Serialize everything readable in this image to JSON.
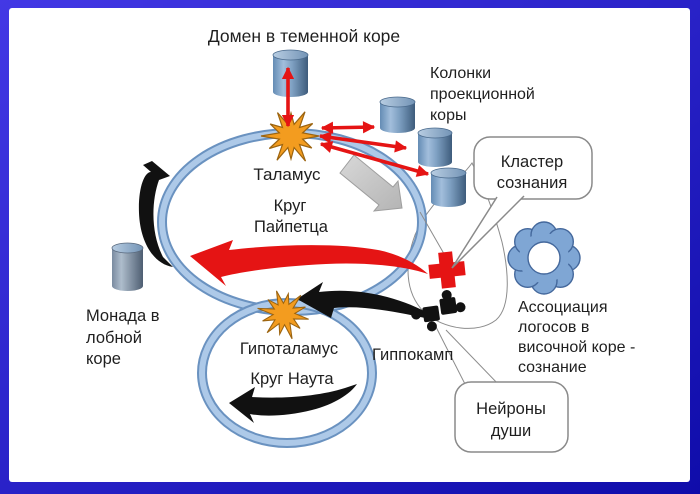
{
  "diagram": {
    "labels": {
      "domain": "Домен в теменной коре",
      "columns": [
        "Колонки",
        "проекционной",
        "коры"
      ],
      "thalamus": "Таламус",
      "papez": [
        "Круг",
        "Пайпетца"
      ],
      "monad": [
        "Монада в",
        "лобной",
        "коре"
      ],
      "hypothalamus": "Гипоталамус",
      "nauta": "Круг Наута",
      "hippocampus": "Гиппокамп",
      "cluster": [
        "Кластер",
        "сознания"
      ],
      "association": [
        "Ассоциация",
        "логосов в",
        "височной коре -",
        "сознание"
      ],
      "soul_neurons": [
        "Нейроны",
        "души"
      ]
    },
    "colors": {
      "frame_blue": "#2a22cf",
      "circle_tube_outer": "#6a92c0",
      "circle_tube_inner": "#adc9e8",
      "arrow_red": "#e51414",
      "star_orange": "#f39c1f",
      "arrow_black": "#111111",
      "arrow_gray": "#c9c9c9",
      "flower_blue": "#7fa6d4",
      "bubble_border": "#8a8a8a",
      "text_color": "#1f1f1f"
    }
  }
}
